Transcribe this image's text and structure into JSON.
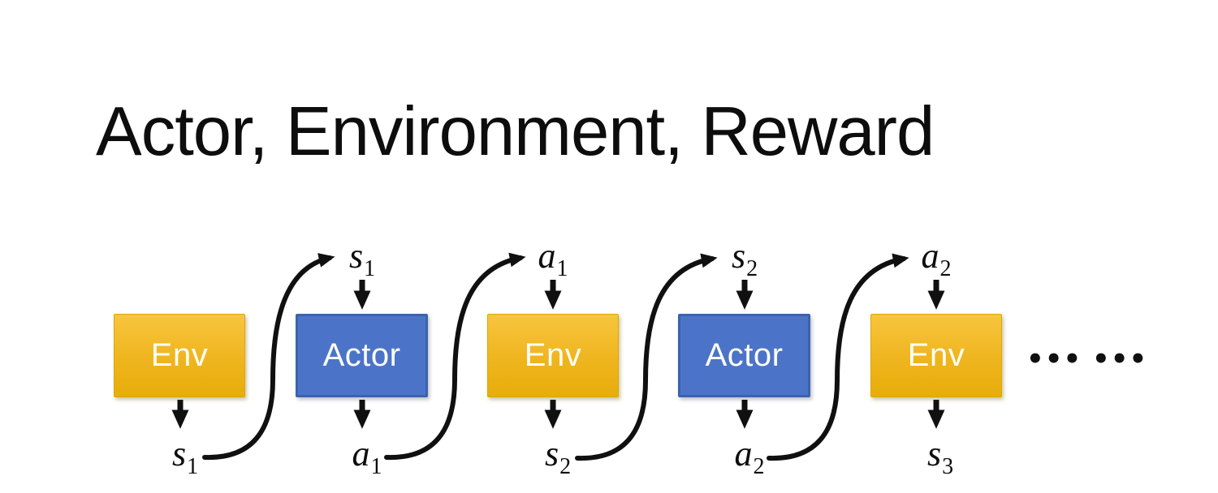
{
  "title": "Actor, Environment, Reward",
  "colors": {
    "env_top": "#f7c53f",
    "env_bottom": "#e7ad0a",
    "actor_fill": "#4b74c9",
    "actor_border": "#3b63ad",
    "arrow": "#101010"
  },
  "diagram": {
    "nodes": [
      {
        "label": "Env",
        "type": "environment"
      },
      {
        "label": "Actor",
        "type": "actor"
      },
      {
        "label": "Env",
        "type": "environment"
      },
      {
        "label": "Actor",
        "type": "actor"
      },
      {
        "label": "Env",
        "type": "environment"
      }
    ],
    "top_labels": [
      {
        "base": "s",
        "sub": "1"
      },
      {
        "base": "a",
        "sub": "1"
      },
      {
        "base": "s",
        "sub": "2"
      },
      {
        "base": "a",
        "sub": "2"
      }
    ],
    "bottom_labels": [
      {
        "base": "s",
        "sub": "1"
      },
      {
        "base": "a",
        "sub": "1"
      },
      {
        "base": "s",
        "sub": "2"
      },
      {
        "base": "a",
        "sub": "2"
      },
      {
        "base": "s",
        "sub": "3"
      }
    ],
    "ellipsis": "••• •••"
  }
}
